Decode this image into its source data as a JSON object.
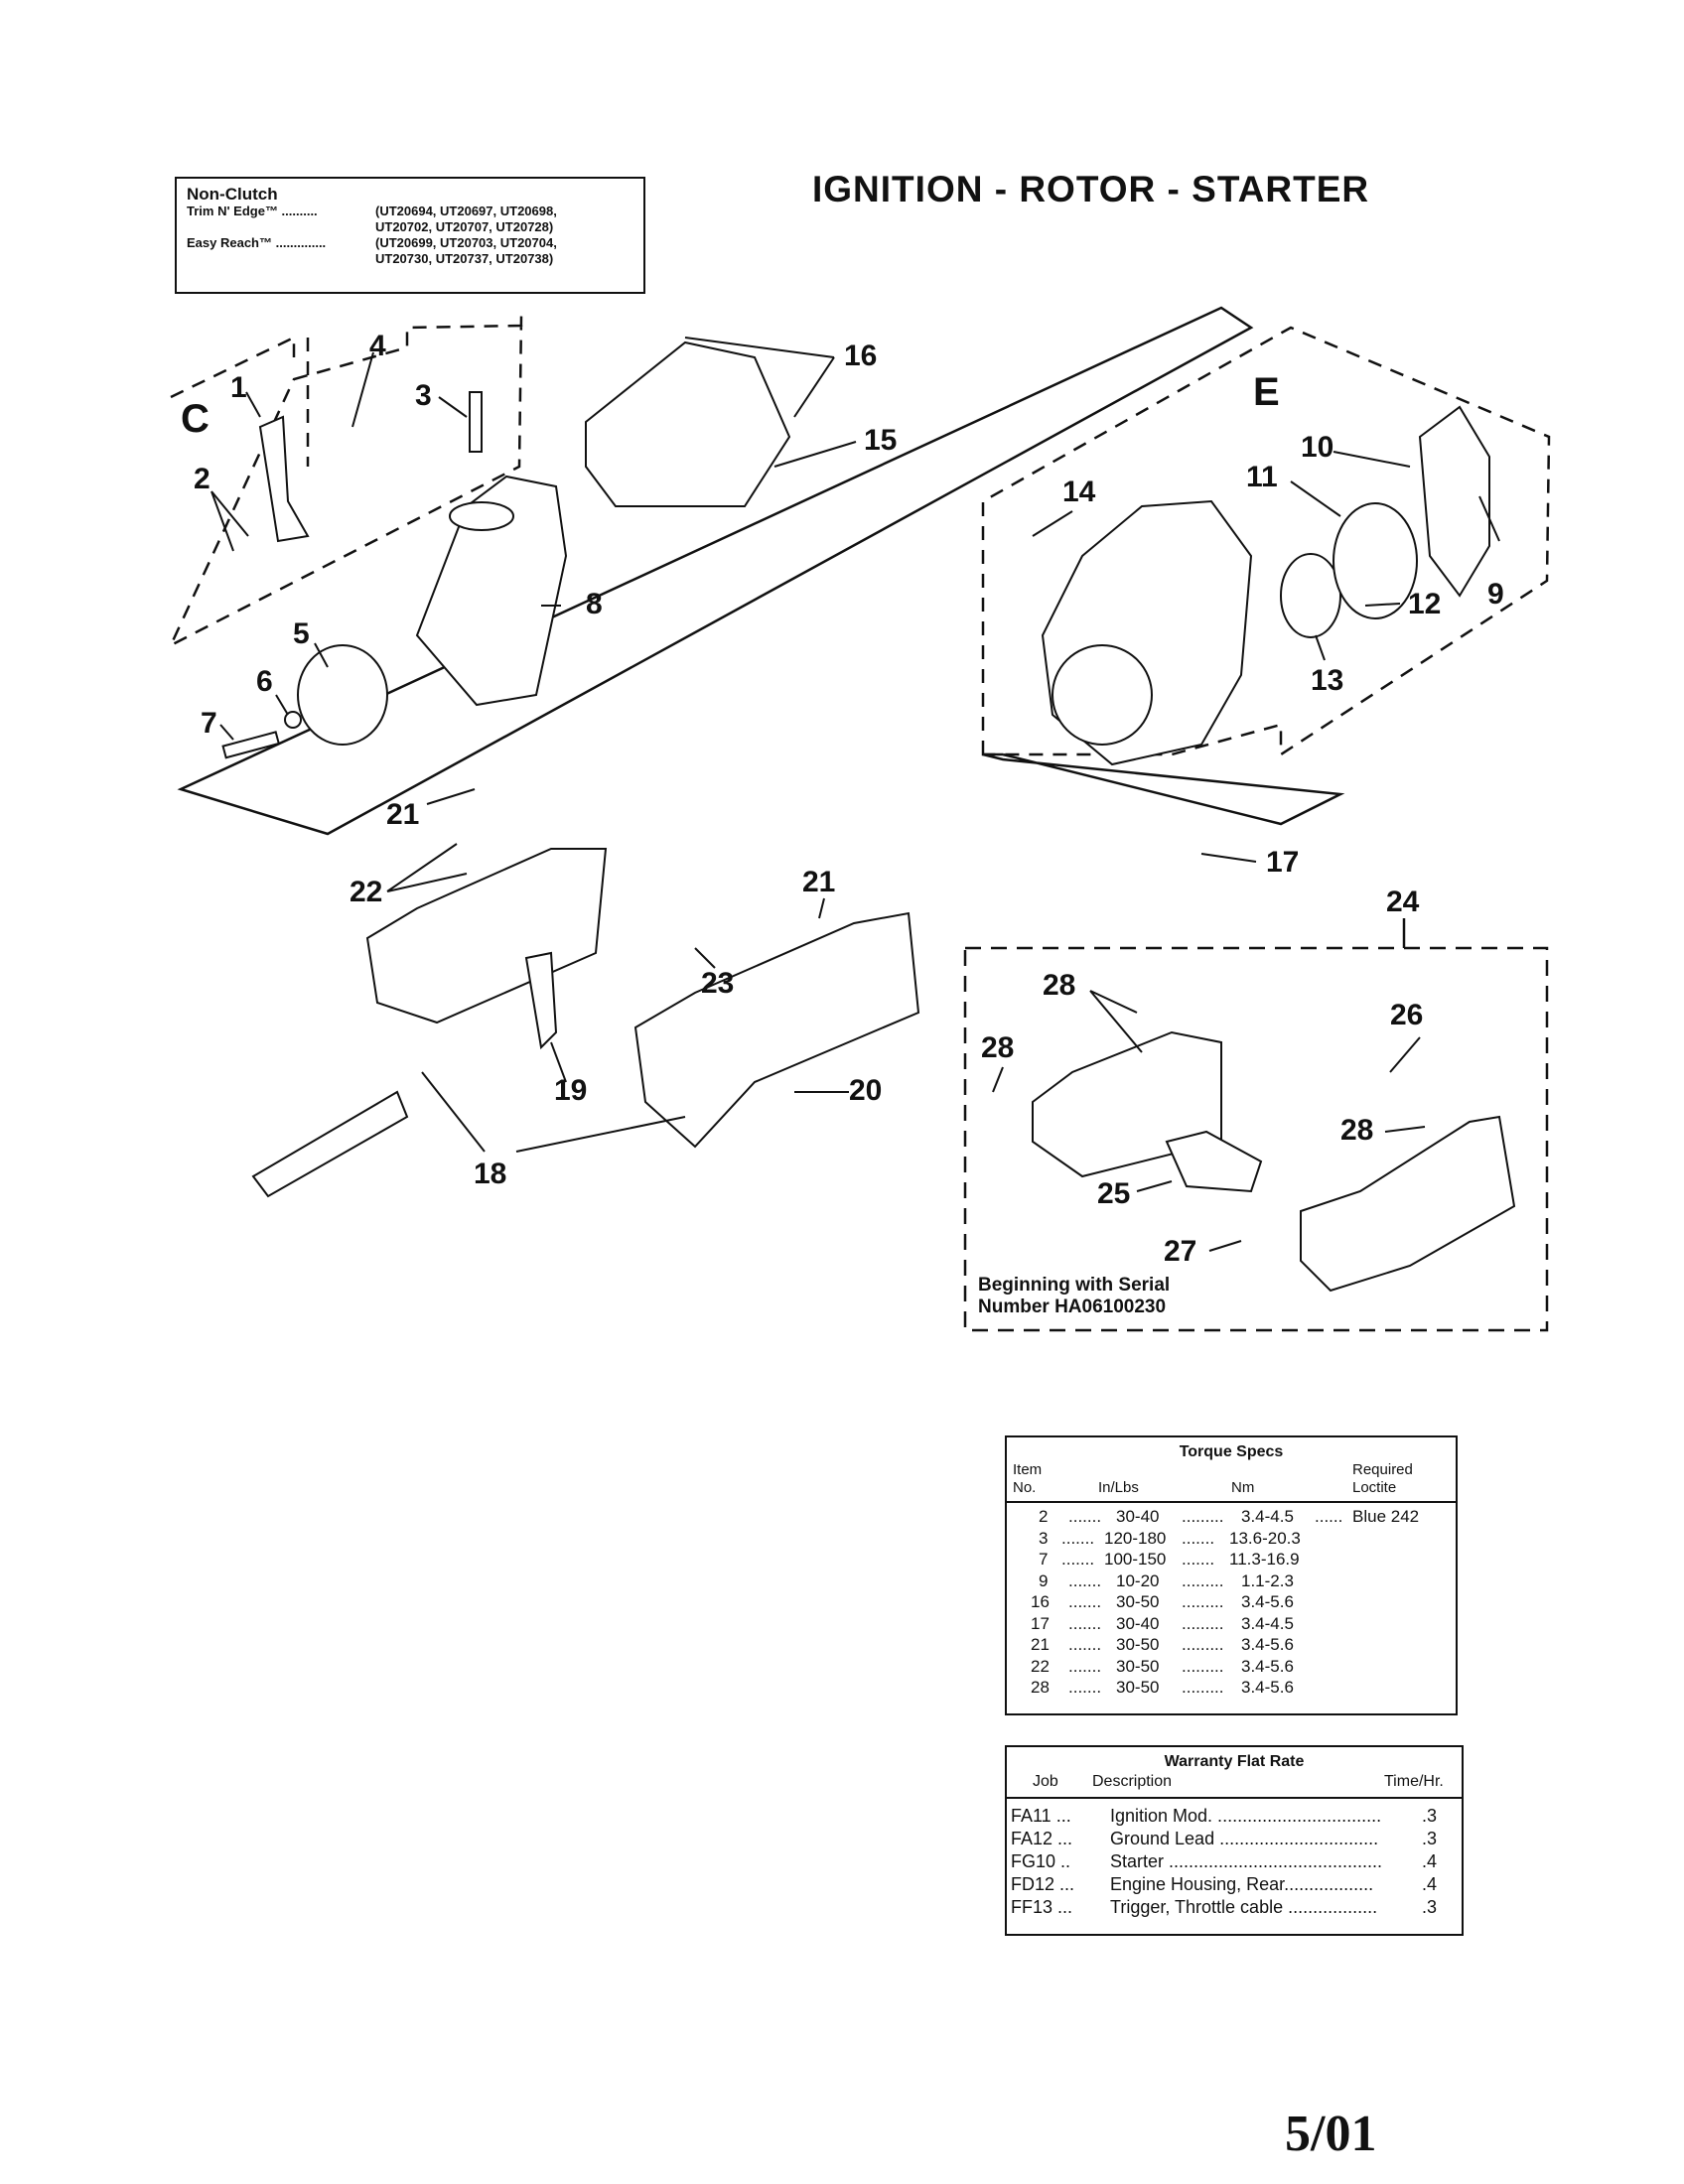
{
  "models": {
    "heading": "Non-Clutch",
    "rows": [
      {
        "label": "Trim N' Edge™ ..........",
        "value": "(UT20694, UT20697, UT20698,"
      },
      {
        "label": "",
        "value": "UT20702, UT20707, UT20728)"
      },
      {
        "label": "Easy Reach™ ..............",
        "value": "(UT20699, UT20703, UT20704,"
      },
      {
        "label": "",
        "value": "UT20730, UT20737, UT20738)"
      }
    ]
  },
  "title": "IGNITION - ROTOR - STARTER",
  "section_letters": {
    "c": "C",
    "e": "E"
  },
  "callouts": {
    "n1": "1",
    "n2": "2",
    "n3": "3",
    "n4": "4",
    "n5": "5",
    "n6": "6",
    "n7": "7",
    "n8": "8",
    "n9": "9",
    "n10": "10",
    "n11": "11",
    "n12": "12",
    "n13": "13",
    "n14": "14",
    "n15": "15",
    "n16": "16",
    "n17": "17",
    "n18": "18",
    "n19": "19",
    "n20": "20",
    "n21a": "21",
    "n21b": "21",
    "n22": "22",
    "n23": "23",
    "n24": "24",
    "n25": "25",
    "n26": "26",
    "n27": "27",
    "n28a": "28",
    "n28b": "28",
    "n28c": "28"
  },
  "serial_note": {
    "line1": "Beginning with Serial",
    "line2": "Number HA06100230"
  },
  "torque_specs": {
    "title": "Torque Specs",
    "headers": {
      "item": "Item",
      "no": "No.",
      "inlbs": "In/Lbs",
      "nm": "Nm",
      "req1": "Required",
      "req2": "Loctite"
    },
    "rows": [
      {
        "item": "2",
        "inlbs": "30-40",
        "nm": "3.4-4.5",
        "loctite": "Blue 242"
      },
      {
        "item": "3",
        "inlbs": "120-180",
        "nm": "13.6-20.3",
        "loctite": ""
      },
      {
        "item": "7",
        "inlbs": "100-150",
        "nm": "11.3-16.9",
        "loctite": ""
      },
      {
        "item": "9",
        "inlbs": "10-20",
        "nm": "1.1-2.3",
        "loctite": ""
      },
      {
        "item": "16",
        "inlbs": "30-50",
        "nm": "3.4-5.6",
        "loctite": ""
      },
      {
        "item": "17",
        "inlbs": "30-40",
        "nm": "3.4-4.5",
        "loctite": ""
      },
      {
        "item": "21",
        "inlbs": "30-50",
        "nm": "3.4-5.6",
        "loctite": ""
      },
      {
        "item": "22",
        "inlbs": "30-50",
        "nm": "3.4-5.6",
        "loctite": ""
      },
      {
        "item": "28",
        "inlbs": "30-50",
        "nm": "3.4-5.6",
        "loctite": ""
      }
    ]
  },
  "warranty": {
    "title": "Warranty Flat Rate",
    "headers": {
      "job": "Job",
      "desc": "Description",
      "time": "Time/Hr."
    },
    "rows": [
      {
        "job": "FA11 ...",
        "desc": "Ignition Mod. .................................",
        "time": ".3"
      },
      {
        "job": "FA12 ...",
        "desc": "Ground Lead ................................",
        "time": ".3"
      },
      {
        "job": "FG10 ..",
        "desc": "Starter ...........................................",
        "time": ".4"
      },
      {
        "job": "FD12 ...",
        "desc": "Engine Housing, Rear..................",
        "time": ".4"
      },
      {
        "job": "FF13 ...",
        "desc": "Trigger, Throttle cable ..................",
        "time": ".3"
      }
    ]
  },
  "date_code": "5/01"
}
